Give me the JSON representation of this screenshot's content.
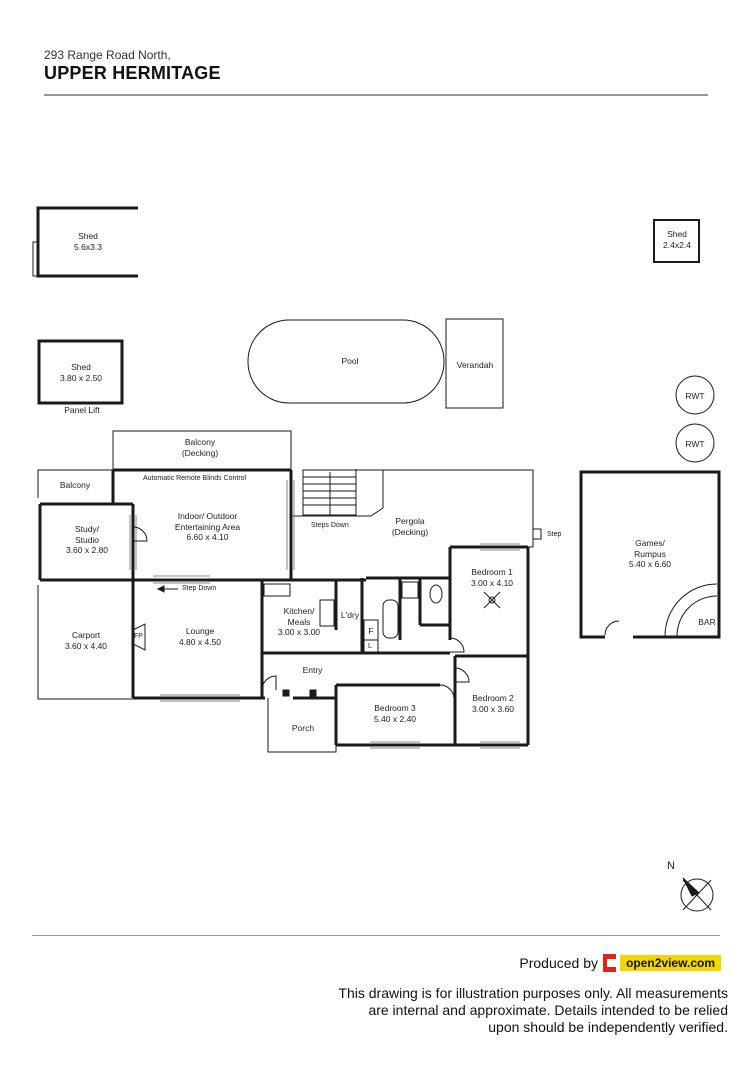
{
  "header": {
    "address_line": "293 Range Road North,",
    "suburb": "UPPER HERMITAGE"
  },
  "rooms": {
    "shed_large": {
      "name": "Shed",
      "size": "5.6x3.3"
    },
    "shed_small": {
      "name": "Shed",
      "size": "2.4x2.4"
    },
    "shed_mid": {
      "name": "Shed",
      "size": "3.80 x 2.50"
    },
    "panel_lift": "Panel Lift",
    "pool": "Pool",
    "verandah": "Verandah",
    "rwt_1": "RWT",
    "rwt_2": "RWT",
    "balcony_decking": {
      "name": "Balcony",
      "sub": "(Decking)"
    },
    "blinds_note": "Automatic Remote Blinds Control",
    "balcony_small": "Balcony",
    "indoor_outdoor": {
      "name": "Indoor/ Outdoor",
      "sub": "Entertaining Area",
      "size": "6.60 x 4.10"
    },
    "study": {
      "name": "Study/",
      "sub": "Studio",
      "size": "3.60 x 2.80"
    },
    "steps_down": "Steps Down",
    "pergola": {
      "name": "Pergola",
      "sub": "(Decking)"
    },
    "step": "Step",
    "games": {
      "name": "Games/",
      "sub": "Rumpus",
      "size": "5.40 x 6.60"
    },
    "bar": "BAR",
    "bedroom1": {
      "name": "Bedroom 1",
      "size": "3.00 x 4.10"
    },
    "step_down": "Step Down",
    "kitchen": {
      "name": "Kitchen/",
      "sub": "Meals",
      "size": "3.00 x 3.00"
    },
    "laundry": "L'dry",
    "fridge": "F",
    "linen": "L",
    "carport": {
      "name": "Carport",
      "size": "3.60 x 4.40"
    },
    "fireplace": "FP",
    "lounge": {
      "name": "Lounge",
      "size": "4.80 x 4.50"
    },
    "entry": "Entry",
    "porch": "Porch",
    "bedroom3": {
      "name": "Bedroom 3",
      "size": "5.40 x 2.40"
    },
    "bedroom2": {
      "name": "Bedroom 2",
      "size": "3.00 x 3.60"
    },
    "north": "N"
  },
  "footer": {
    "produced_by": "Produced by",
    "logo_text": "open2view.com",
    "disclaimer_1": "This drawing is for illustration purposes only. All measurements",
    "disclaimer_2": "are internal and approximate. Details intended to be relied",
    "disclaimer_3": "upon should be independently verified."
  }
}
